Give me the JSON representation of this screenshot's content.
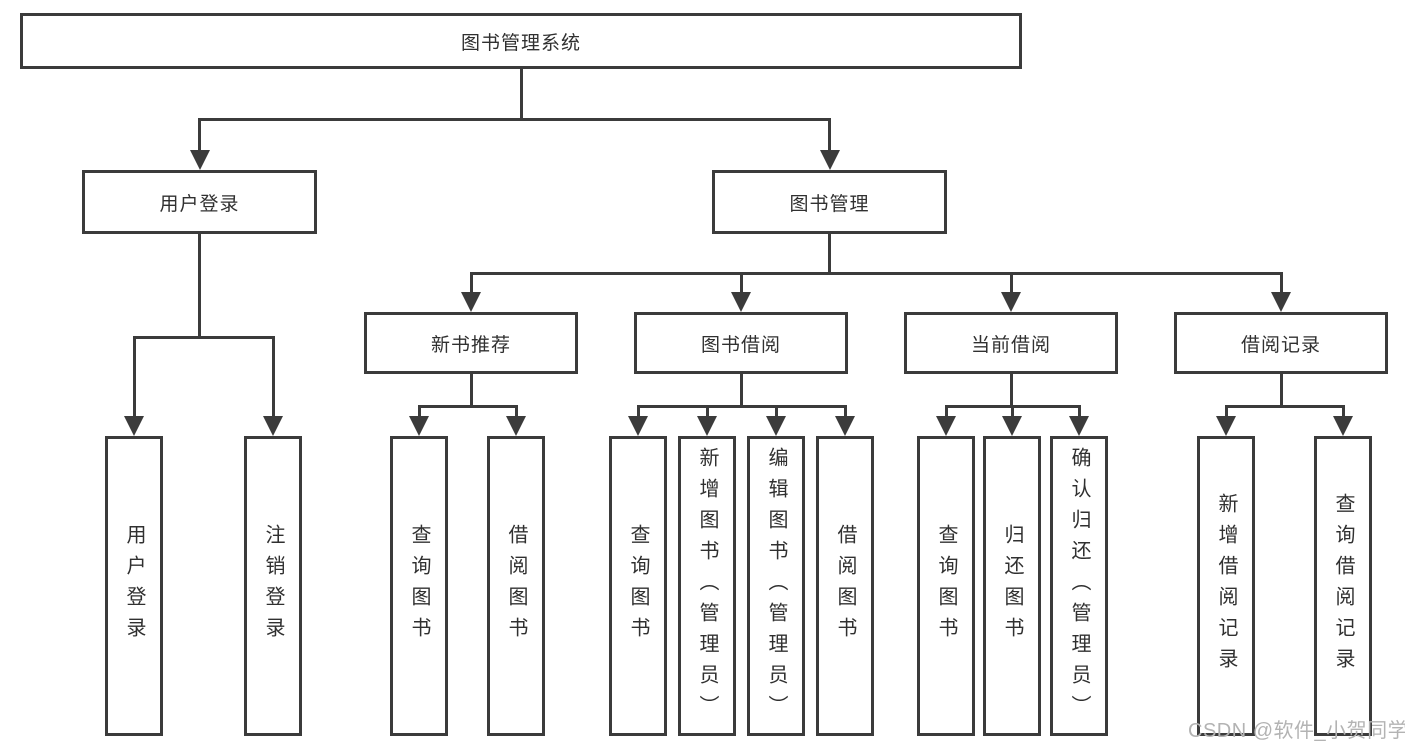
{
  "diagram": {
    "colors": {
      "line": "#3b3b3b",
      "text": "#303030",
      "watermark": "#b3b3b3",
      "background": "#ffffff"
    },
    "root": {
      "label": "图书管理系统"
    },
    "branches": [
      {
        "label": "用户登录",
        "children": [
          {
            "label": "用户登录"
          },
          {
            "label": "注销登录"
          }
        ]
      },
      {
        "label": "图书管理",
        "children": [
          {
            "label": "新书推荐",
            "children": [
              {
                "label": "查询图书"
              },
              {
                "label": "借阅图书"
              }
            ]
          },
          {
            "label": "图书借阅",
            "children": [
              {
                "label": "查询图书"
              },
              {
                "label": "新增图书（管理员）"
              },
              {
                "label": "编辑图书（管理员）"
              },
              {
                "label": "借阅图书"
              }
            ]
          },
          {
            "label": "当前借阅",
            "children": [
              {
                "label": "查询图书"
              },
              {
                "label": "归还图书"
              },
              {
                "label": "确认归还（管理员）"
              }
            ]
          },
          {
            "label": "借阅记录",
            "children": [
              {
                "label": "新增借阅记录"
              },
              {
                "label": "查询借阅记录"
              }
            ]
          }
        ]
      }
    ],
    "watermark": "CSDN @软件_小贺同学"
  }
}
